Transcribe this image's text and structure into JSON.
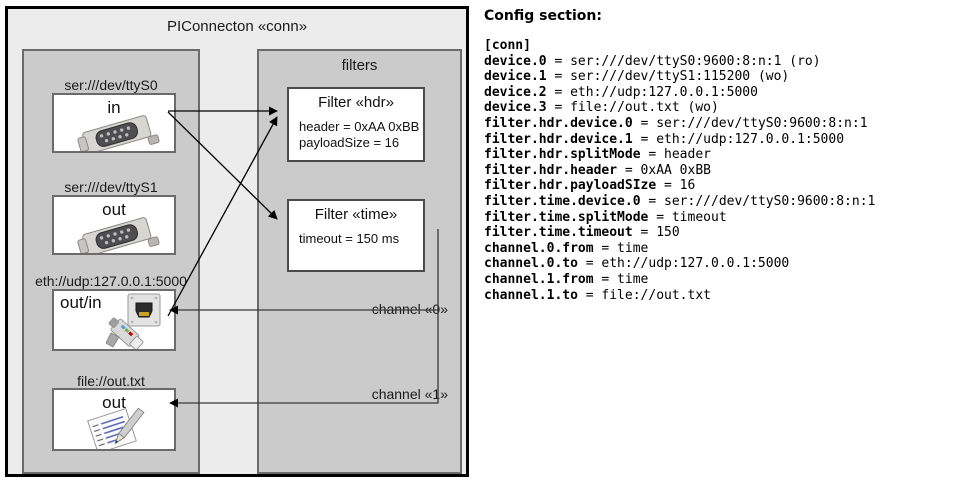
{
  "diagram": {
    "title": "PIConnecton «conn»",
    "devices_group": {
      "title": ""
    },
    "filters_group": {
      "title": "filters"
    },
    "devices": [
      {
        "label": "ser:///dev/ttyS0",
        "port": "in",
        "icon": "serial-connector-icon",
        "align": "center"
      },
      {
        "label": "ser:///dev/ttyS1",
        "port": "out",
        "icon": "serial-connector-icon",
        "align": "center"
      },
      {
        "label": "eth://udp:127.0.0.1:5000",
        "port": "out/in",
        "icon": "ethernet-jack-icon",
        "align": "left"
      },
      {
        "label": "file://out.txt",
        "port": "out",
        "icon": "document-pencil-icon",
        "align": "center"
      }
    ],
    "filters": [
      {
        "title": "Filter «hdr»",
        "props": [
          "header = 0xAA 0xBB",
          "payloadSize = 16"
        ]
      },
      {
        "title": "Filter «time»",
        "props": [
          "timeout = 150 ms"
        ]
      }
    ],
    "channels": [
      {
        "label": "channel «0»"
      },
      {
        "label": "channel «1»"
      }
    ]
  },
  "config": {
    "heading": "Config section:",
    "lines": [
      {
        "key": "[conn]",
        "value": ""
      },
      {
        "key": "device.0",
        "value": " = ser:///dev/ttyS0:9600:8:n:1 (ro)"
      },
      {
        "key": "device.1",
        "value": " = ser:///dev/ttyS1:115200 (wo)"
      },
      {
        "key": "device.2",
        "value": " = eth://udp:127.0.0.1:5000"
      },
      {
        "key": "device.3",
        "value": " = file://out.txt (wo)"
      },
      {
        "key": "filter.hdr.device.0",
        "value": " = ser:///dev/ttyS0:9600:8:n:1"
      },
      {
        "key": "filter.hdr.device.1",
        "value": " = eth://udp:127.0.0.1:5000"
      },
      {
        "key": "filter.hdr.splitMode",
        "value": " = header"
      },
      {
        "key": "filter.hdr.header",
        "value": " = 0xAA 0xBB"
      },
      {
        "key": "filter.hdr.payloadSIze",
        "value": " = 16"
      },
      {
        "key": "filter.time.device.0",
        "value": " = ser:///dev/ttyS0:9600:8:n:1"
      },
      {
        "key": "filter.time.splitMode",
        "value": " = timeout"
      },
      {
        "key": "filter.time.timeout",
        "value": " = 150"
      },
      {
        "key": "channel.0.from",
        "value": " = time"
      },
      {
        "key": "channel.0.to",
        "value": " = eth://udp:127.0.0.1:5000"
      },
      {
        "key": "channel.1.from",
        "value": " = time"
      },
      {
        "key": "channel.1.to",
        "value": " = file://out.txt"
      }
    ]
  },
  "colors": {
    "frame_border": "#000000",
    "panel_bg": "#ececec",
    "group_bg": "#cbcbcb",
    "group_border": "#6b6b6b",
    "node_bg": "#ffffff",
    "wire": "#000000"
  }
}
